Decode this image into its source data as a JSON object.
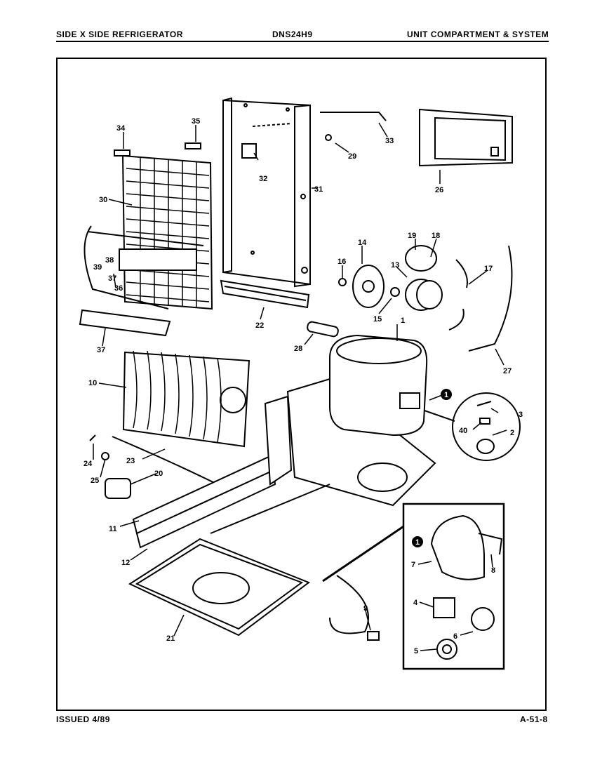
{
  "header": {
    "left": "SIDE X SIDE REFRIGERATOR",
    "center": "DNS24H9",
    "right": "UNIT COMPARTMENT & SYSTEM"
  },
  "footer": {
    "left": "ISSUED 4/89",
    "right": "A-51-8"
  },
  "callouts": {
    "c1": "1",
    "c2": "2",
    "c3": "3",
    "c4": "4",
    "c5": "5",
    "c6": "6",
    "c7": "7",
    "c8": "8",
    "c9": "9",
    "c10": "10",
    "c11": "11",
    "c12": "12",
    "c13": "13",
    "c14": "14",
    "c15": "15",
    "c16": "16",
    "c17": "17",
    "c18": "18",
    "c19": "19",
    "c20": "20",
    "c21": "21",
    "c22": "22",
    "c23": "23",
    "c24": "24",
    "c25": "25",
    "c26": "26",
    "c27": "27",
    "c28": "28",
    "c29": "29",
    "c30": "30",
    "c31": "31",
    "c32": "32",
    "c33": "33",
    "c34": "34",
    "c35": "35",
    "c36": "36",
    "c37a": "37",
    "c37b": "37",
    "c38": "38",
    "c39": "39",
    "c40": "40"
  },
  "marker_labels": {
    "main": "1",
    "inset": "1"
  }
}
